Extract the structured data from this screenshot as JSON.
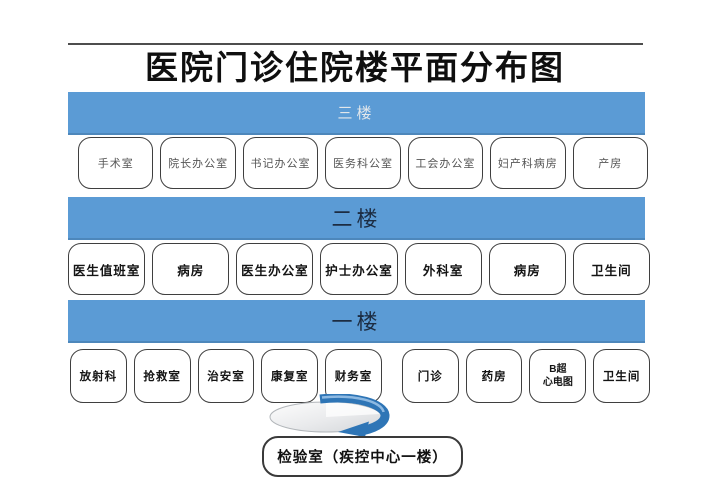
{
  "title": "医院门诊住院楼平面分布图",
  "floors": [
    {
      "name": "三楼",
      "rooms": [
        "手术室",
        "院长办公室",
        "书记办公室",
        "医务科公室",
        "工会办公室",
        "妇产科病房",
        "产房"
      ]
    },
    {
      "name": "二楼",
      "rooms": [
        "医生值班室",
        "病房",
        "医生办公室",
        "护士办公室",
        "外科室",
        "病房",
        "卫生间"
      ]
    },
    {
      "name": "一楼",
      "rooms": [
        "放射科",
        "抢救室",
        "治安室",
        "康复室",
        "财务室",
        "门诊",
        "药房",
        "B超\n心电图",
        "卫生间"
      ]
    }
  ],
  "annotation": {
    "label": "检验室（疾控中心一楼）"
  },
  "icons": {
    "arrow": "curved-rotation-arrow"
  },
  "colors": {
    "banner_blue": "#5b9bd5",
    "arrow_blue": "#2e75b6",
    "box_border": "#3f3f3f",
    "title_color": "#0f0f0f"
  }
}
